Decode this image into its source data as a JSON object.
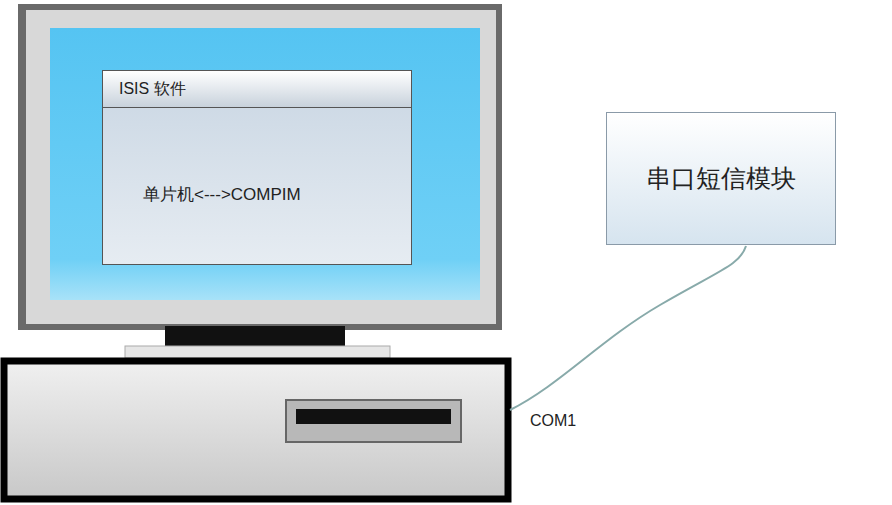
{
  "diagram": {
    "nodes": [
      {
        "text": [
          "ISIS 软件",
          "单片机<--->COMPIM"
        ]
      },
      {
        "text": [
          "串口短信模块"
        ]
      }
    ],
    "labels": [
      "COM1"
    ]
  }
}
